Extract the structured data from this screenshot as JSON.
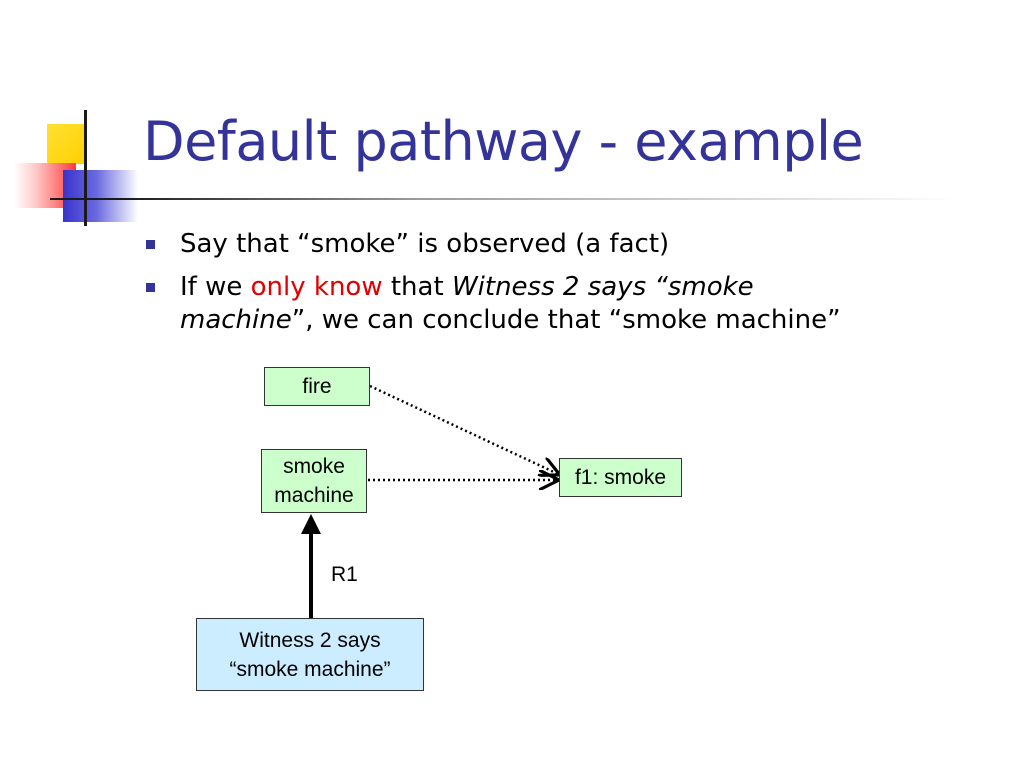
{
  "slide": {
    "title": "Default pathway - example",
    "bullets": [
      {
        "text": "Say that “smoke” is observed (a fact)"
      },
      {
        "before": "If we ",
        "highlight": "only know",
        "middle": " that ",
        "italic_1": "Witness 2 says “smoke",
        "italic_2": "machine",
        "after": "”, we can conclude that “smoke machine”"
      }
    ]
  },
  "diagram": {
    "nodes": {
      "fire": "fire",
      "smoke_machine_line1": "smoke",
      "smoke_machine_line2": "machine",
      "f1": "f1: smoke",
      "witness_line1": "Witness 2 says",
      "witness_line2": "“smoke machine”"
    },
    "edge_label": "R1"
  },
  "colors": {
    "title": "#333399",
    "highlight": "#e00000",
    "node_green": "#ccffcc",
    "node_blue": "#ccecff"
  }
}
